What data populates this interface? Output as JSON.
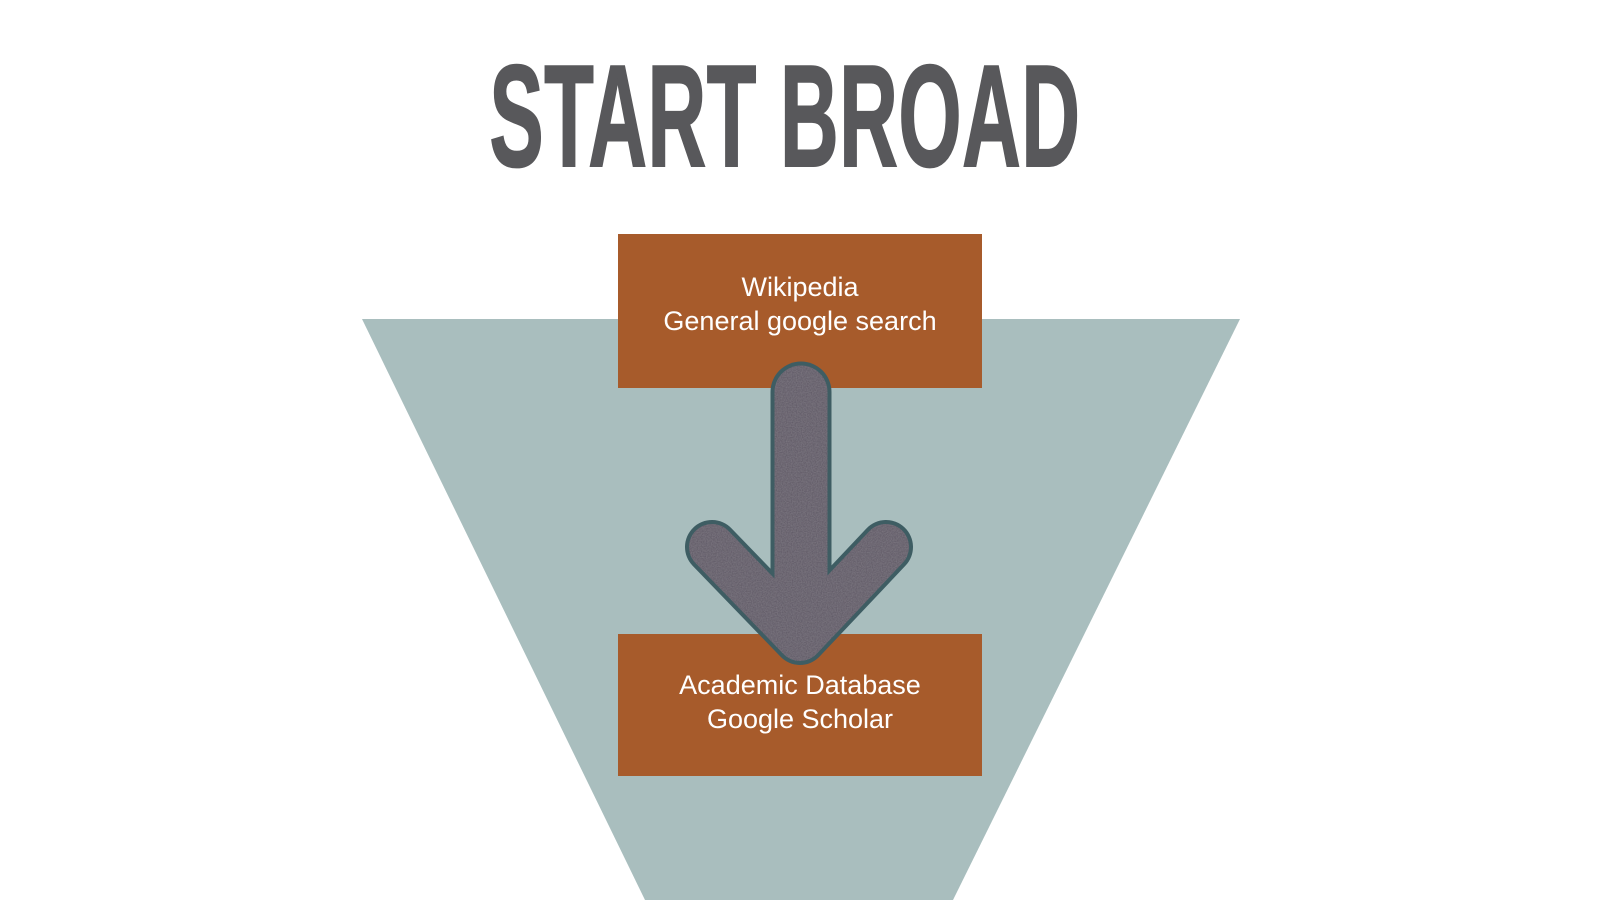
{
  "page": {
    "title": "START BROAD"
  },
  "diagram": {
    "type": "funnel",
    "description": "inverted-triangle research funnel, broad sources narrowing to academic sources",
    "stages": [
      {
        "id": "broad-sources",
        "lines": [
          "Wikipedia",
          "General google search"
        ]
      },
      {
        "id": "narrow-sources",
        "lines": [
          "Academic Database",
          "Google Scholar"
        ]
      }
    ],
    "arrow": {
      "direction": "down"
    },
    "colors": {
      "title_text": "#58585b",
      "funnel_fill": "#a9bebe",
      "stage_box_fill": "#a75b2b",
      "stage_box_text": "#ffffff",
      "arrow_fill": "#5c5462",
      "arrow_outline": "#3e5d63",
      "background": "#ffffff"
    }
  }
}
